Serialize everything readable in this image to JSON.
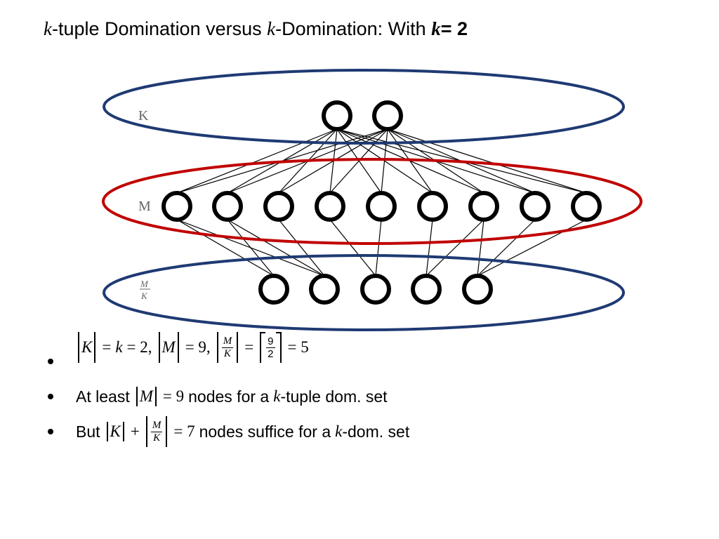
{
  "slide": {
    "title": {
      "k1": "k",
      "part1": "-tuple Domination versus ",
      "k2": "k",
      "part2": "-Domination: With ",
      "k3": "k",
      "eq": "= 2"
    },
    "diagram": {
      "layers": [
        {
          "label": "K",
          "nodes": 2,
          "color": "#1f3a73"
        },
        {
          "label": "M",
          "nodes": 9,
          "color": "#c00000"
        },
        {
          "label_num": "M",
          "label_den": "K",
          "nodes": 5,
          "color": "#1f3a73"
        }
      ]
    },
    "bullets": [
      {
        "absK": "K",
        "eq1": "=",
        "k": "k",
        "eq2": "= 2,",
        "absM": "M",
        "eq3": "= 9,",
        "frac_num": "M",
        "frac_den": "K",
        "eq4": "=",
        "ceil_num": "9",
        "ceil_den": "2",
        "eq5": "= 5"
      },
      {
        "pre": "At least",
        "absM": "M",
        "eq": "= 9",
        "mid": "nodes for a",
        "k": "k",
        "post": "-tuple dom. set"
      },
      {
        "pre": "But",
        "absK": "K",
        "plus": "+",
        "frac_num": "M",
        "frac_den": "K",
        "eq": "= 7",
        "mid": "nodes suffice for a",
        "k": "k",
        "post": "-dom. set"
      }
    ]
  }
}
